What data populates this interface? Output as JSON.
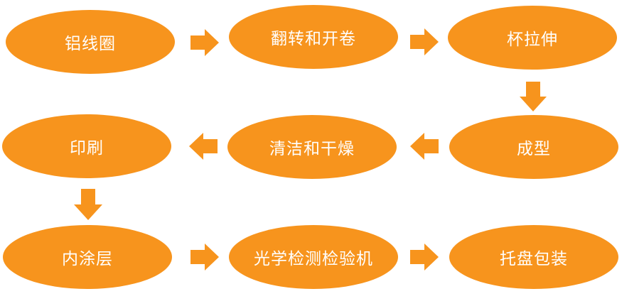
{
  "colors": {
    "node_fill": "#F7941D",
    "arrow_fill": "#F7941D",
    "text": "#FFFFFF"
  },
  "steps": [
    {
      "label": "铝线圈"
    },
    {
      "label": "翻转和开卷"
    },
    {
      "label": "杯拉伸"
    },
    {
      "label": "成型"
    },
    {
      "label": "清洁和干燥"
    },
    {
      "label": "印刷"
    },
    {
      "label": "内涂层"
    },
    {
      "label": "光学检测检验机"
    },
    {
      "label": "托盘包装"
    }
  ],
  "flow": [
    {
      "from": 0,
      "to": 1,
      "direction": "right"
    },
    {
      "from": 1,
      "to": 2,
      "direction": "right"
    },
    {
      "from": 2,
      "to": 3,
      "direction": "down"
    },
    {
      "from": 3,
      "to": 4,
      "direction": "left"
    },
    {
      "from": 4,
      "to": 5,
      "direction": "left"
    },
    {
      "from": 5,
      "to": 6,
      "direction": "down"
    },
    {
      "from": 6,
      "to": 7,
      "direction": "right"
    },
    {
      "from": 7,
      "to": 8,
      "direction": "right"
    }
  ]
}
